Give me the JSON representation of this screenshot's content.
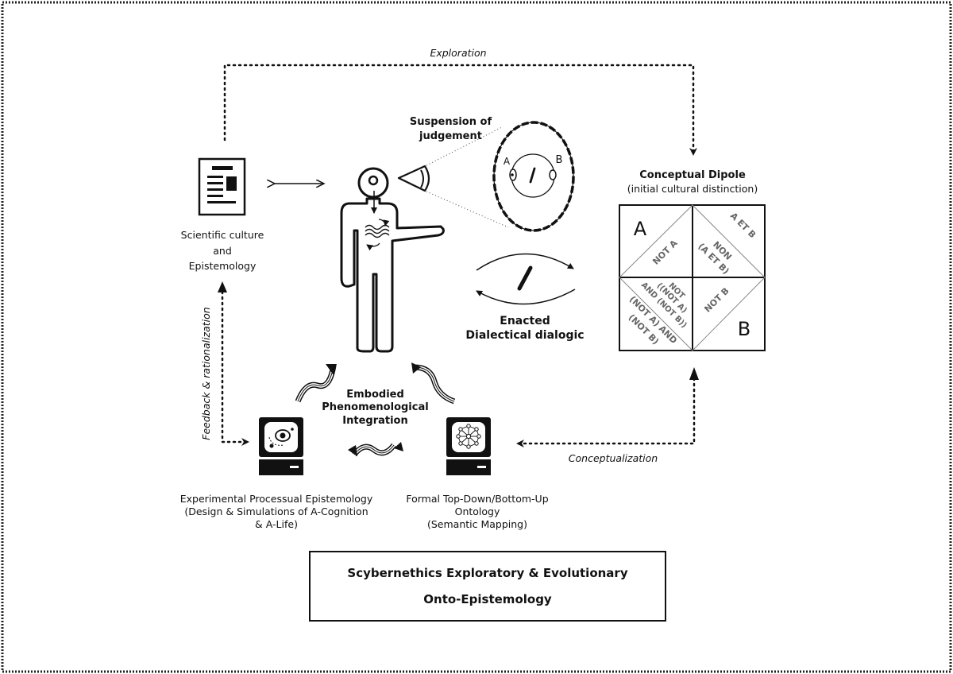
{
  "labels": {
    "exploration": "Exploration",
    "suspension": "Suspension of judgement",
    "scientific_culture": [
      "Scientific culture",
      "and",
      "Epistemology"
    ],
    "feedback": "Feedback & rationalization",
    "conceptual_dipole_title": "Conceptual Dipole",
    "conceptual_dipole_subtitle": "(initial cultural distinction)",
    "enacted": [
      "Enacted",
      "Dialectical dialogic"
    ],
    "embodied": [
      "Embodied",
      "Phenomenological",
      "Integration"
    ],
    "conceptualization": "Conceptualization",
    "experimental": [
      "Experimental Processual Epistemology",
      "(Design & Simulations of A-Cognition",
      "& A-Life)"
    ],
    "formal": [
      "Formal Top-Down/Bottom-Up",
      "Ontology",
      "(Semantic Mapping)"
    ]
  },
  "lens": {
    "a": "A",
    "b": "B"
  },
  "square": {
    "a": "A",
    "b": "B",
    "not_a": "NOT A",
    "a_et_b": "A ET B",
    "non_a_et_b": [
      "NON",
      "(A ET B)"
    ],
    "not_b": "NOT B",
    "not_nota_and_notb": [
      "NOT",
      "((NOT A)",
      "AND (NOT B))"
    ],
    "nota_and_notb": [
      "(NOT A) AND",
      "(NOT B)"
    ]
  },
  "footer": {
    "line1": "Scybernethics Exploratory & Evolutionary",
    "line2": "Onto-Epistemology"
  }
}
